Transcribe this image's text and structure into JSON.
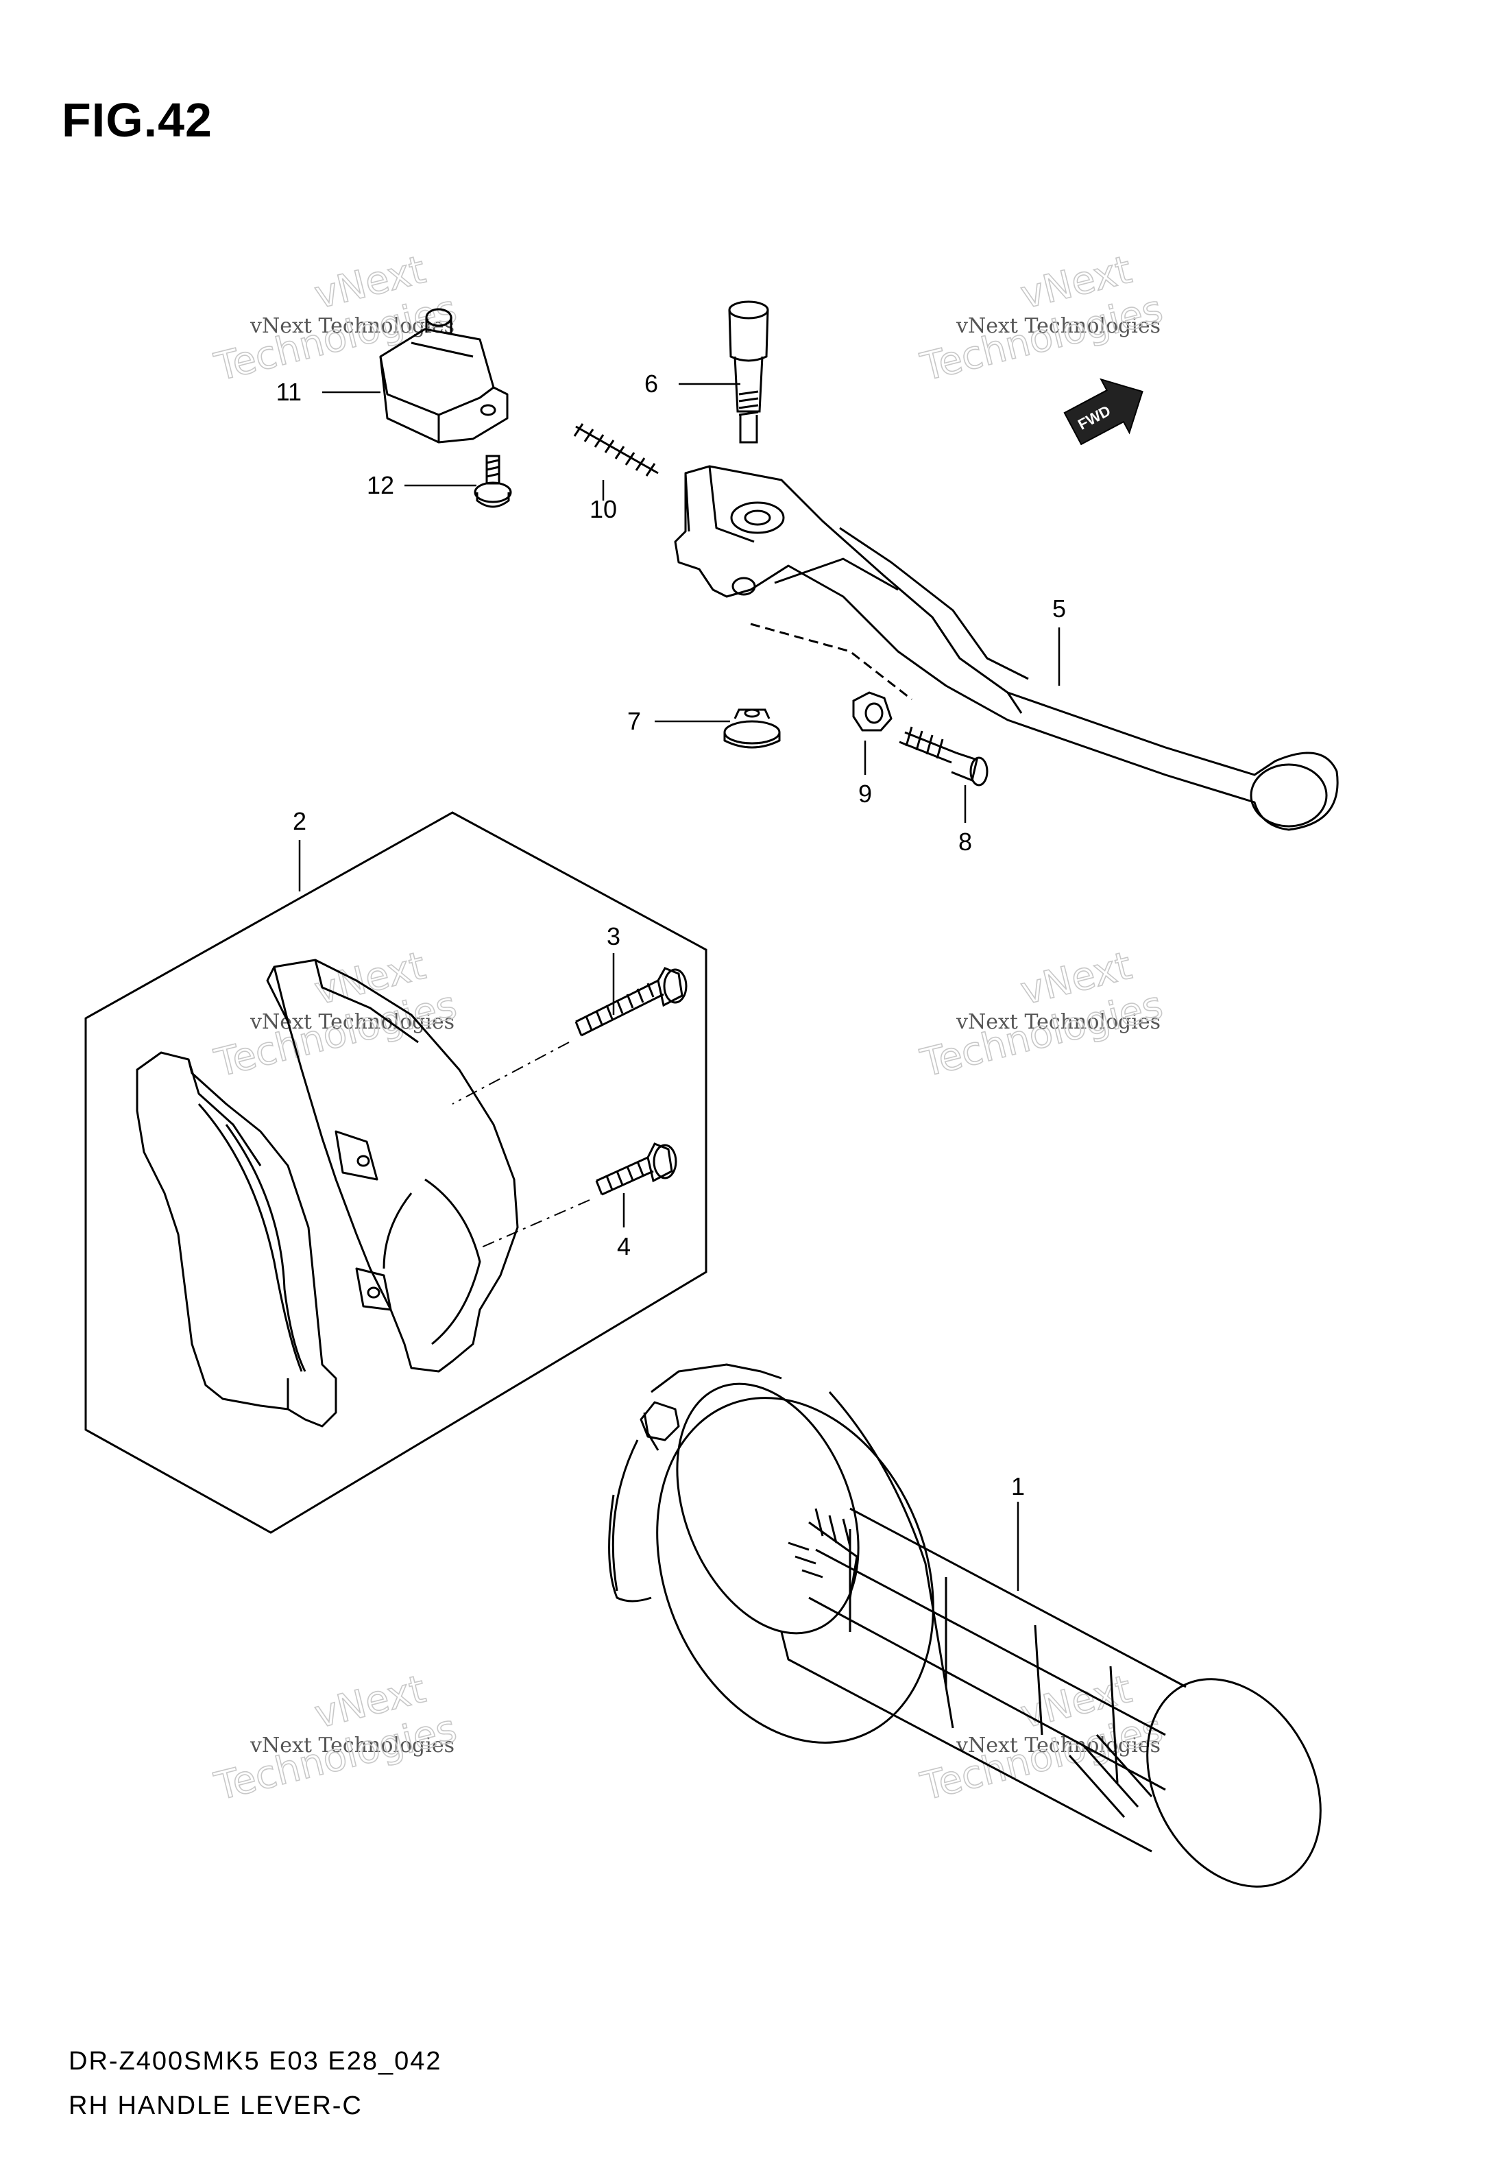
{
  "figure": {
    "title": "FIG.42"
  },
  "footer": {
    "model_code": "DR-Z400SMK5 E03 E28_042",
    "section_title": "RH HANDLE LEVER-C"
  },
  "watermark": {
    "line1": "vNext Technologies",
    "line2": "vNext",
    "line3": "Technologies"
  },
  "fwd_marker": "FWD",
  "callouts": [
    {
      "id": "1",
      "part": "grip"
    },
    {
      "id": "2",
      "part": "holder-set"
    },
    {
      "id": "3",
      "part": "long-screw"
    },
    {
      "id": "4",
      "part": "short-screw"
    },
    {
      "id": "5",
      "part": "lever"
    },
    {
      "id": "6",
      "part": "pivot-bolt"
    },
    {
      "id": "7",
      "part": "flange-nut"
    },
    {
      "id": "8",
      "part": "adjust-bolt"
    },
    {
      "id": "9",
      "part": "lock-nut"
    },
    {
      "id": "10",
      "part": "spring"
    },
    {
      "id": "11",
      "part": "switch"
    },
    {
      "id": "12",
      "part": "switch-screw"
    }
  ]
}
